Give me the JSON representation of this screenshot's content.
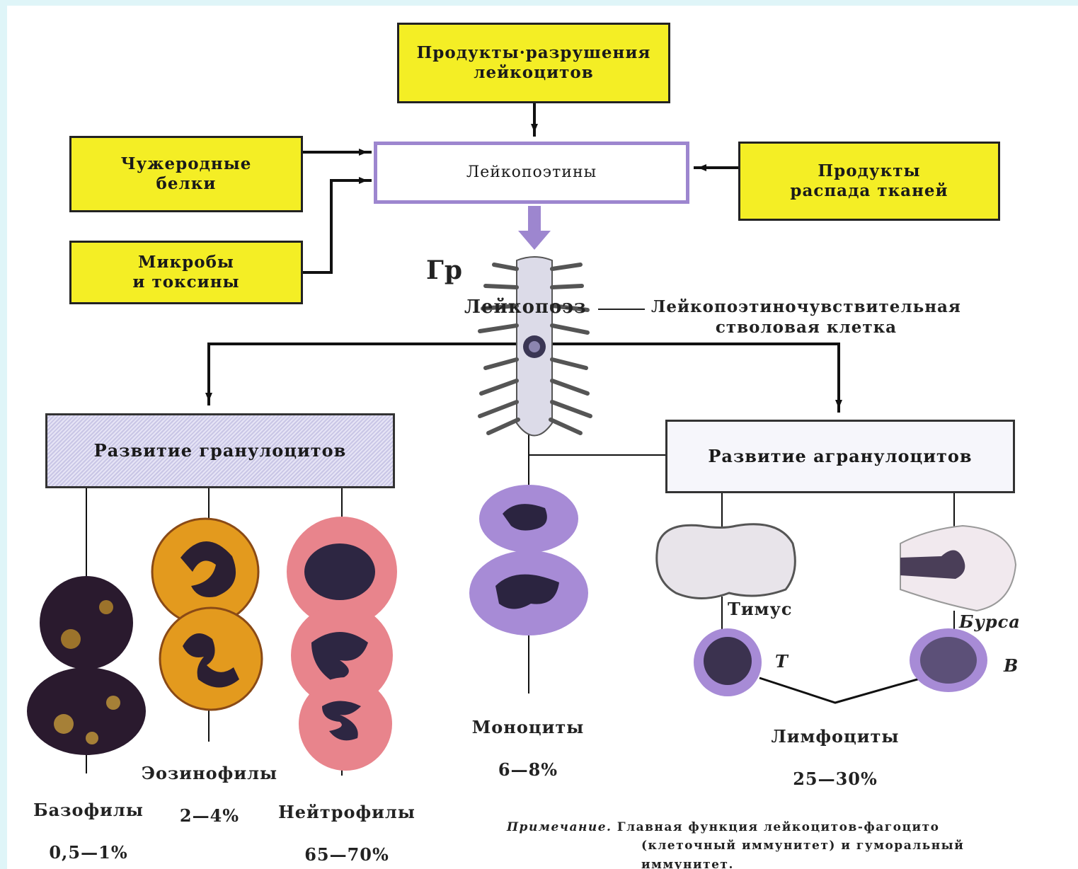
{
  "boxes": {
    "destruction_products": "Продукты·разрушения\nлейкоцитов",
    "foreign_proteins": "Чужеродные\nбелки",
    "leukopoietins": "Лейкопоэтины",
    "tissue_decay": "Продукты\nраспада  тканей",
    "microbes": "Микробы\nи токсины",
    "granulocyte_dev": "Развитие гранулоцитов",
    "agranulocyte_dev": "Развитие агранулоцитов"
  },
  "labels": {
    "gr": "Гр",
    "leukopoiesis": "Лейкопоэз",
    "stem_cell": "Лейкопоэтиночувствительная\nстволовая клетка",
    "thymus": "Тимус",
    "bursa": "Бурса",
    "t": "T",
    "b": "B"
  },
  "cells": {
    "basophils": {
      "name": "Базофилы",
      "pct": "0,5—1%"
    },
    "eosinophils": {
      "name": "Эозинофилы",
      "pct": "2—4%"
    },
    "neutrophils": {
      "name": "Нейтрофилы",
      "pct": "65—70%"
    },
    "monocytes": {
      "name": "Моноциты",
      "pct": "6—8%"
    },
    "lymphocytes": {
      "name": "Лимфоциты",
      "pct": "25—30%"
    }
  },
  "note": {
    "title": "Примечание.",
    "text": "Главная функция лейкоцитов-фагоцито",
    "line2": "(клеточный иммунитет) и гуморальный",
    "line3": "иммунитет."
  },
  "colors": {
    "box_yellow": "#f4ee25",
    "box_violet_border": "#9d86cf",
    "cell_violet": "#a78bd6",
    "cell_orange": "#e39a1e",
    "cell_pink": "#e8848c"
  }
}
